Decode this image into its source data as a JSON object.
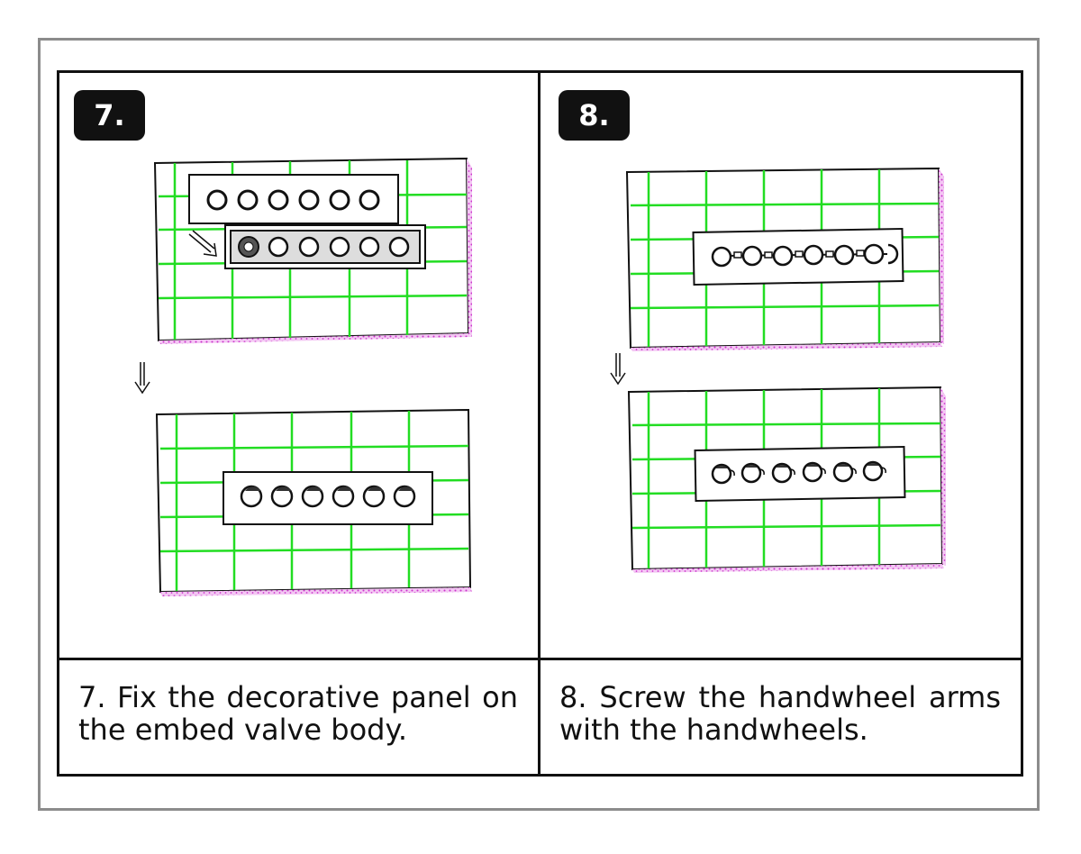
{
  "steps": [
    {
      "number": "7.",
      "caption": "7. Fix the decorative panel on the embed valve body."
    },
    {
      "number": "8.",
      "caption": "8. Screw the handwheel arms with the handwheels."
    }
  ],
  "colors": {
    "tile_grid": "#22dd22",
    "wall_edge_speckle": "#cc33cc",
    "line_art": "#111111",
    "badge_background": "#111111",
    "badge_text": "#ffffff",
    "outer_border": "#8c8c8c"
  },
  "icons": [
    "down-arrow-icon",
    "diagonal-arrow-icon"
  ]
}
